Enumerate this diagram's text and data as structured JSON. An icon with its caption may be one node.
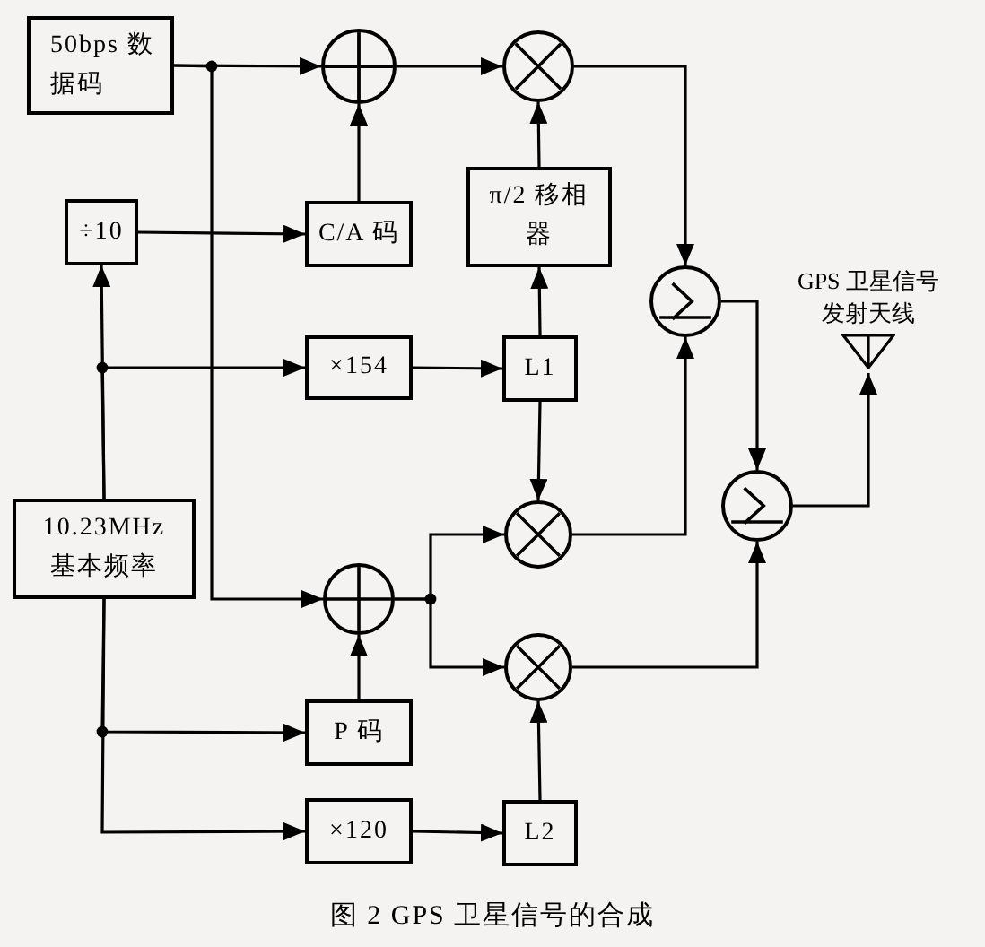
{
  "diagram": {
    "caption": "图 2 GPS 卫星信号的合成",
    "nodes": [
      {
        "text": [
          "50bps 数据码"
        ]
      },
      {
        "text": [],
        "shape": "circle"
      },
      {
        "text": [],
        "shape": "circle"
      },
      {
        "text": [
          "÷10"
        ]
      },
      {
        "text": [
          "C/A 码"
        ]
      },
      {
        "text": [
          "π/2 移相器"
        ]
      },
      {
        "text": [
          "×154"
        ]
      },
      {
        "text": [
          "L1"
        ]
      },
      {
        "text": [],
        "shape": "circle"
      },
      {
        "text": [
          "10.23MHz 基本频率"
        ]
      },
      {
        "text": [],
        "shape": "circle"
      },
      {
        "text": [],
        "shape": "circle"
      },
      {
        "text": [],
        "shape": "circle"
      },
      {
        "text": [
          "P 码"
        ]
      },
      {
        "text": [
          "×120"
        ]
      },
      {
        "text": [
          "L2"
        ]
      },
      {
        "text": [],
        "shape": "circle"
      },
      {
        "text": [
          "GPS 卫星信号发射天线"
        ]
      }
    ],
    "edges": [
      {
        "from": 0,
        "to": 1,
        "arrow": "to"
      },
      {
        "from": 0,
        "to": 10,
        "arrow": "to"
      },
      {
        "from": 3,
        "to": 4,
        "arrow": "to"
      },
      {
        "from": 4,
        "to": 1,
        "arrow": "to"
      },
      {
        "from": 1,
        "to": 2,
        "arrow": "to"
      },
      {
        "from": 5,
        "to": 2,
        "arrow": "to"
      },
      {
        "from": 7,
        "to": 5,
        "arrow": "to"
      },
      {
        "from": 6,
        "to": 7,
        "arrow": "to"
      },
      {
        "from": 9,
        "to": 3,
        "arrow": "to"
      },
      {
        "from": 9,
        "to": 6,
        "arrow": "to"
      },
      {
        "from": 9,
        "to": 13,
        "arrow": "to"
      },
      {
        "from": 9,
        "to": 14,
        "arrow": "to"
      },
      {
        "from": 13,
        "to": 10,
        "arrow": "to"
      },
      {
        "from": 10,
        "to": 11,
        "arrow": "to"
      },
      {
        "from": 10,
        "to": 12,
        "arrow": "to"
      },
      {
        "from": 7,
        "to": 11,
        "arrow": "to"
      },
      {
        "from": 15,
        "to": 12,
        "arrow": "to"
      },
      {
        "from": 14,
        "to": 15,
        "arrow": "to"
      },
      {
        "from": 2,
        "to": 8,
        "arrow": "to"
      },
      {
        "from": 11,
        "to": 8,
        "arrow": "to"
      },
      {
        "from": 8,
        "to": 16,
        "arrow": "to"
      },
      {
        "from": 12,
        "to": 16,
        "arrow": "to"
      },
      {
        "from": 16,
        "to": 17,
        "arrow": "to"
      }
    ]
  }
}
